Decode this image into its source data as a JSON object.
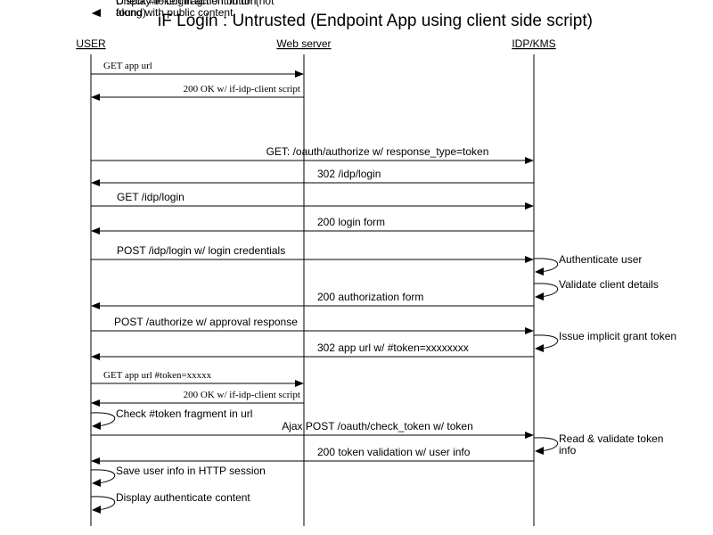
{
  "title": "iF Login : Untrusted (Endpoint App using client side script)",
  "participants": [
    {
      "id": "user",
      "label": "USER"
    },
    {
      "id": "web",
      "label": "Web server"
    },
    {
      "id": "idp",
      "label": "IDP/KMS"
    }
  ],
  "messages": [
    {
      "from": "user",
      "to": "web",
      "label": "GET app url",
      "font": "serif"
    },
    {
      "from": "web",
      "to": "user",
      "label": "200 OK w/ if-idp-client script",
      "font": "serif"
    },
    {
      "self": "user",
      "label": "Check #token fragment in url (not\nfound)"
    },
    {
      "self": "user",
      "label": "Display iF Login action button\nalong with public content"
    },
    {
      "from": "user",
      "to": "idp",
      "label": "GET: /oauth/authorize w/ response_type=token"
    },
    {
      "from": "idp",
      "to": "user",
      "label": "302 /idp/login"
    },
    {
      "from": "user",
      "to": "idp",
      "label": "GET /idp/login"
    },
    {
      "from": "idp",
      "to": "user",
      "label": "200 login form"
    },
    {
      "from": "user",
      "to": "idp",
      "label": "POST /idp/login w/ login credentials"
    },
    {
      "self": "idp",
      "label": "Authenticate user"
    },
    {
      "self": "idp",
      "label": "Validate client details"
    },
    {
      "from": "idp",
      "to": "user",
      "label": "200 authorization form"
    },
    {
      "from": "user",
      "to": "idp",
      "label": "POST /authorize w/ approval response"
    },
    {
      "self": "idp",
      "label": "Issue implicit grant token"
    },
    {
      "from": "idp",
      "to": "user",
      "label": "302 app url w/ #token=xxxxxxxx"
    },
    {
      "from": "user",
      "to": "web",
      "label": "GET app url #token=xxxxx",
      "font": "serif"
    },
    {
      "from": "web",
      "to": "user",
      "label": "200 OK w/ if-idp-client script",
      "font": "serif"
    },
    {
      "self": "user",
      "label": "Check #token fragment in url"
    },
    {
      "from": "user",
      "to": "idp",
      "label": "Ajax POST /oauth/check_token w/ token"
    },
    {
      "self": "idp",
      "label": "Read & validate token\ninfo"
    },
    {
      "from": "idp",
      "to": "user",
      "label": "200 token validation w/ user info"
    },
    {
      "self": "user",
      "label": "Save user info in HTTP session"
    },
    {
      "self": "user",
      "label": "Display authenticate content"
    }
  ]
}
